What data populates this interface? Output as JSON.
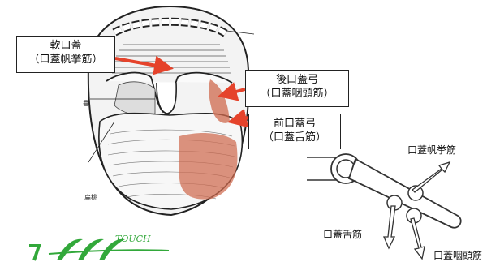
{
  "labels": {
    "soft_palate": {
      "line1": "軟口蓋",
      "line2": "（口蓋帆挙筋）"
    },
    "posterior_arch": {
      "line1": "後口蓋弓",
      "line2": "（口蓋咽頭筋）"
    },
    "anterior_arch": {
      "line1": "前口蓋弓",
      "line2": "（口蓋舌筋）"
    }
  },
  "side_labels": {
    "uvula_side": "垂",
    "tonsil_side": "扁桃"
  },
  "diagram_labels": {
    "levator": "口蓋帆挙筋",
    "palatoglossus": "口蓋舌筋",
    "palatopharyngeus": "口蓋咽頭筋"
  },
  "logo": {
    "text": "TOUCH"
  },
  "colors": {
    "arrow_red": "#e5432b",
    "muscle_fill": "#cf6a4e",
    "logo_green": "#32a83a"
  }
}
